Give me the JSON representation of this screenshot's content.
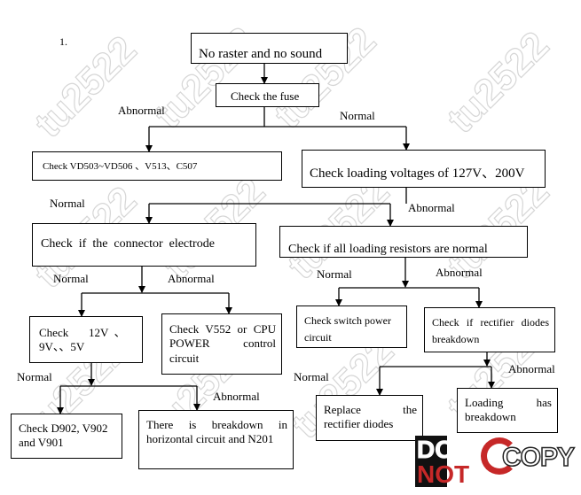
{
  "step_number": "1.",
  "nodes": {
    "no_raster": "No raster and no sound",
    "check_fuse": "Check the fuse",
    "check_vd": "Check VD503~VD506 、V513、C507",
    "check_loading_voltages": "Check loading voltages of 127V、200V",
    "check_connector": "Check  if  the  connector  electrode",
    "check_resistors": "Check if all loading resistors are normal",
    "check_voltages": "Check       12V  、 9V、、5V",
    "check_v552": "Check V552 or CPU POWER control circuit",
    "check_switch": "Check switch power circuit",
    "check_rectifier": "Check if rectifier diodes breakdown",
    "check_d902": "Check D902, V902 and V901",
    "breakdown_horizontal": "There is breakdown in horizontal circuit and N201",
    "replace_rectifier": "Replace the rectifier diodes",
    "loading_breakdown": "Loading has breakdown"
  },
  "edge_labels": {
    "fuse_abnormal": "Abnormal",
    "fuse_normal": "Normal",
    "voltage_normal": "Normal",
    "voltage_abnormal": "Abnormal",
    "connector_normal": "Normal",
    "connector_abnormal": "Abnormal",
    "resistor_normal": "Normal",
    "resistor_abnormal": "Abnormal",
    "volt_normal": "Normal",
    "volt_abnormal": "Abnormal",
    "rect_normal": "Normal",
    "rect_abnormal": "Abnormal"
  },
  "watermark": "tu2522",
  "stamp": {
    "do": "DO",
    "not": "NOT",
    "copy": "COPY",
    "c_color": "#c62828"
  }
}
